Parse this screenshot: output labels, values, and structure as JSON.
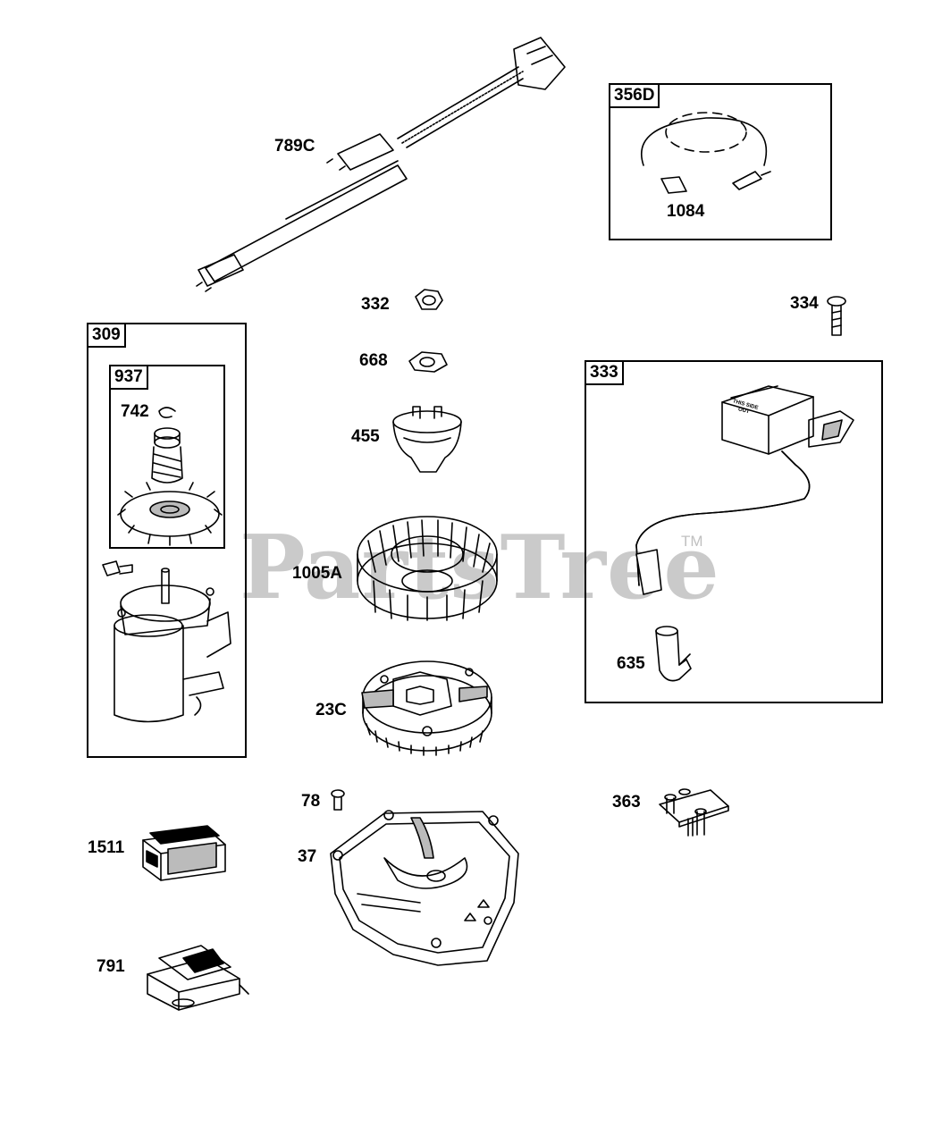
{
  "watermark": {
    "text": "PartsTree",
    "tm": "TM"
  },
  "boxes": {
    "b356D": {
      "tag": "356D"
    },
    "b309": {
      "tag": "309"
    },
    "b937": {
      "tag": "937"
    },
    "b333": {
      "tag": "333"
    }
  },
  "labels": {
    "p789C": "789C",
    "p1084": "1084",
    "p332": "332",
    "p334": "334",
    "p668": "668",
    "p742": "742",
    "p455": "455",
    "p1005A": "1005A",
    "p635": "635",
    "p23C": "23C",
    "p78": "78",
    "p363": "363",
    "p1511": "1511",
    "p37": "37",
    "p791": "791"
  },
  "coil_text": "THIS SIDE OUT"
}
